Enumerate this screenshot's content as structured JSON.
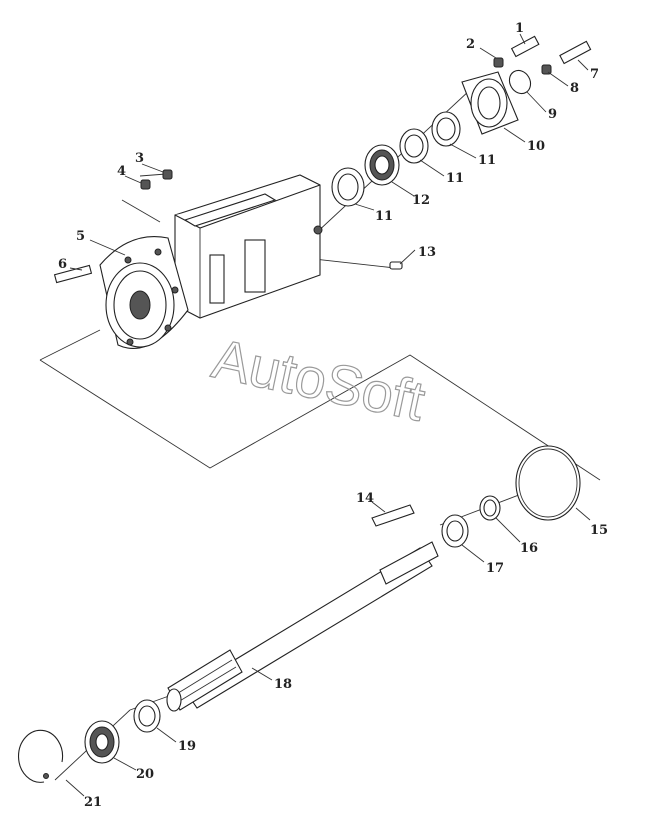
{
  "watermark": "AutoSoft",
  "callouts": [
    {
      "id": "1",
      "text": "1"
    },
    {
      "id": "2",
      "text": "2"
    },
    {
      "id": "3",
      "text": "3"
    },
    {
      "id": "4",
      "text": "4"
    },
    {
      "id": "5",
      "text": "5"
    },
    {
      "id": "6",
      "text": "6"
    },
    {
      "id": "7",
      "text": "7"
    },
    {
      "id": "8",
      "text": "8"
    },
    {
      "id": "9",
      "text": "9"
    },
    {
      "id": "10",
      "text": "10"
    },
    {
      "id": "11a",
      "text": "11"
    },
    {
      "id": "11b",
      "text": "11"
    },
    {
      "id": "11c",
      "text": "11"
    },
    {
      "id": "12",
      "text": "12"
    },
    {
      "id": "13",
      "text": "13"
    },
    {
      "id": "14",
      "text": "14"
    },
    {
      "id": "15",
      "text": "15"
    },
    {
      "id": "16",
      "text": "16"
    },
    {
      "id": "17",
      "text": "17"
    },
    {
      "id": "18",
      "text": "18"
    },
    {
      "id": "19",
      "text": "19"
    },
    {
      "id": "20",
      "text": "20"
    },
    {
      "id": "21",
      "text": "21"
    }
  ]
}
